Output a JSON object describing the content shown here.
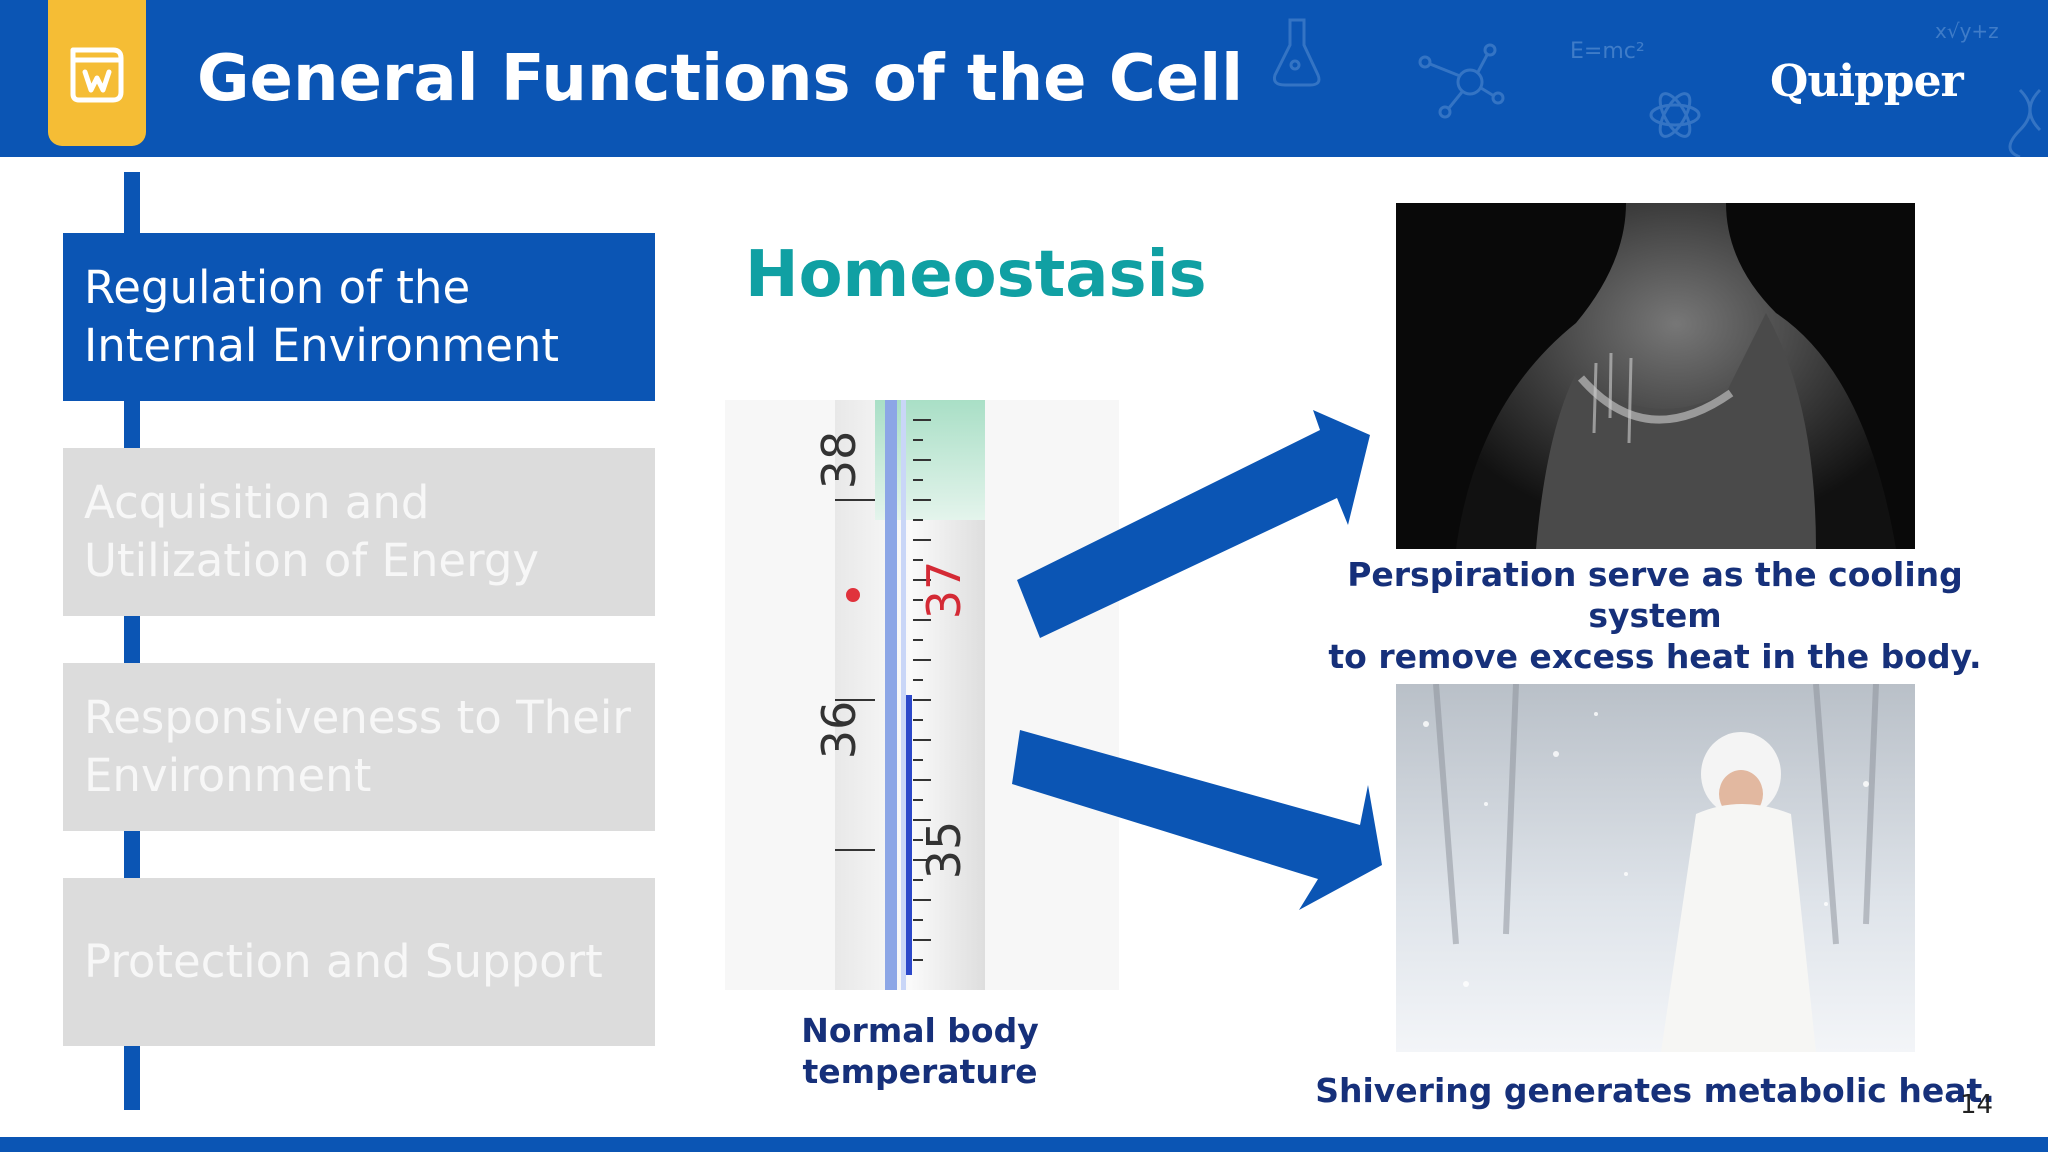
{
  "header": {
    "title": "General Functions of the Cell",
    "brand": "Quipper",
    "book_icon": "book-icon",
    "decor_formula_1": "E=mc²",
    "decor_formula_2": "x√y+z"
  },
  "timeline": {
    "items": [
      {
        "label": "Regulation of the\nInternal Environment",
        "active": true
      },
      {
        "label": "Acquisition and\nUtilization of Energy",
        "active": false
      },
      {
        "label": "Responsiveness to Their\nEnvironment",
        "active": false
      },
      {
        "label": "Protection and Support",
        "active": false
      }
    ]
  },
  "main": {
    "heading": "Homeostasis",
    "thermometer": {
      "caption": "Normal body\ntemperature",
      "scale_labels": [
        "38",
        "37",
        "36",
        "35"
      ]
    },
    "perspiration_caption": "Perspiration serve as the cooling system\nto remove excess heat in the body.",
    "shivering_caption": "Shivering generates metabolic heat."
  },
  "page_number": "14",
  "colors": {
    "primary_blue": "#0b55b4",
    "accent_yellow": "#f5bd35",
    "heading_teal": "#10a0a3",
    "caption_navy": "#16307a",
    "inactive_gray": "#dcdcdc"
  }
}
